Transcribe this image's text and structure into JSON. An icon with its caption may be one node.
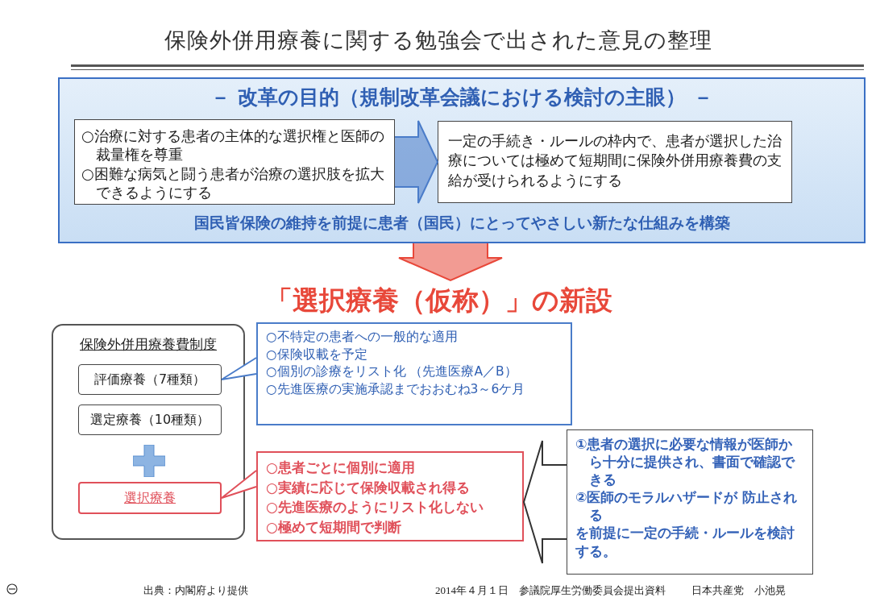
{
  "diagram": {
    "title": "保険外併用療養に関する勉強会で出された意見の整理",
    "nodes": [
      {
        "text": [
          "－ 改革の目的（規制改革会議における検討の主眼） －",
          "国民皆保険の維持を前提に患者（国民）にとってやさしい新たな仕組みを構築"
        ]
      },
      {
        "text": [
          "○治療に対する患者の主体的な選択権と医師の裁量権を尊重",
          "○困難な病気と闘う患者が治療の選択肢を拡大できるようにする"
        ],
        "in": 0
      },
      {
        "text": [
          "一定の手続き・ルールの枠内で、患者が選択した治療については極めて短期間に保険外併用療養費の支給が受けられるようにする"
        ],
        "in": 0
      },
      {
        "text": [
          "「選択療養（仮称）」の新設"
        ]
      },
      {
        "text": [
          "保険外併用療養費制度"
        ]
      },
      {
        "text": [
          "評価療養（7種類）"
        ],
        "in": 4
      },
      {
        "text": [
          "選定療養（10種類）"
        ],
        "in": 4
      },
      {
        "text": [
          "選択療養"
        ],
        "in": 4
      },
      {
        "text": [
          "○不特定の患者への一般的な適用",
          "○保険収載を予定",
          "○個別の診療をリスト化 （先進医療A／B）",
          "○先進医療の実施承認までおおむね3～6ケ月"
        ]
      },
      {
        "text": [
          "○患者ごとに個別に適用",
          "○実績に応じて保険収載され得る",
          "○先進医療のようにリスト化しない",
          "○極めて短期間で判断"
        ]
      },
      {
        "text": [
          "①患者の選択に必要な情報が医師から十分に提供され、書面で確認できる",
          "②医師のモラルハザードが 防止される",
          "を前提に一定の手続・ルールを検討する。"
        ]
      }
    ],
    "edges": [
      {
        "from": 1,
        "to": 2,
        "arrow": "to",
        "style": "thick",
        "color": "#4a7cc9"
      },
      {
        "from": 0,
        "to": 3,
        "arrow": "to",
        "style": "thick",
        "color": "#e8483a"
      },
      {
        "from": 8,
        "to": 5,
        "arrow": "to",
        "color": "#4a7cc9"
      },
      {
        "from": 9,
        "to": 7,
        "arrow": "to",
        "color": "#e0505a"
      },
      {
        "from": 10,
        "to": 9,
        "arrow": "to",
        "style": "thick"
      }
    ],
    "labels": [
      "出典：内閣府より提供",
      "2014年４月１日　参議院厚生労働委員会提出資料",
      "日本共産党　小池晃"
    ]
  }
}
